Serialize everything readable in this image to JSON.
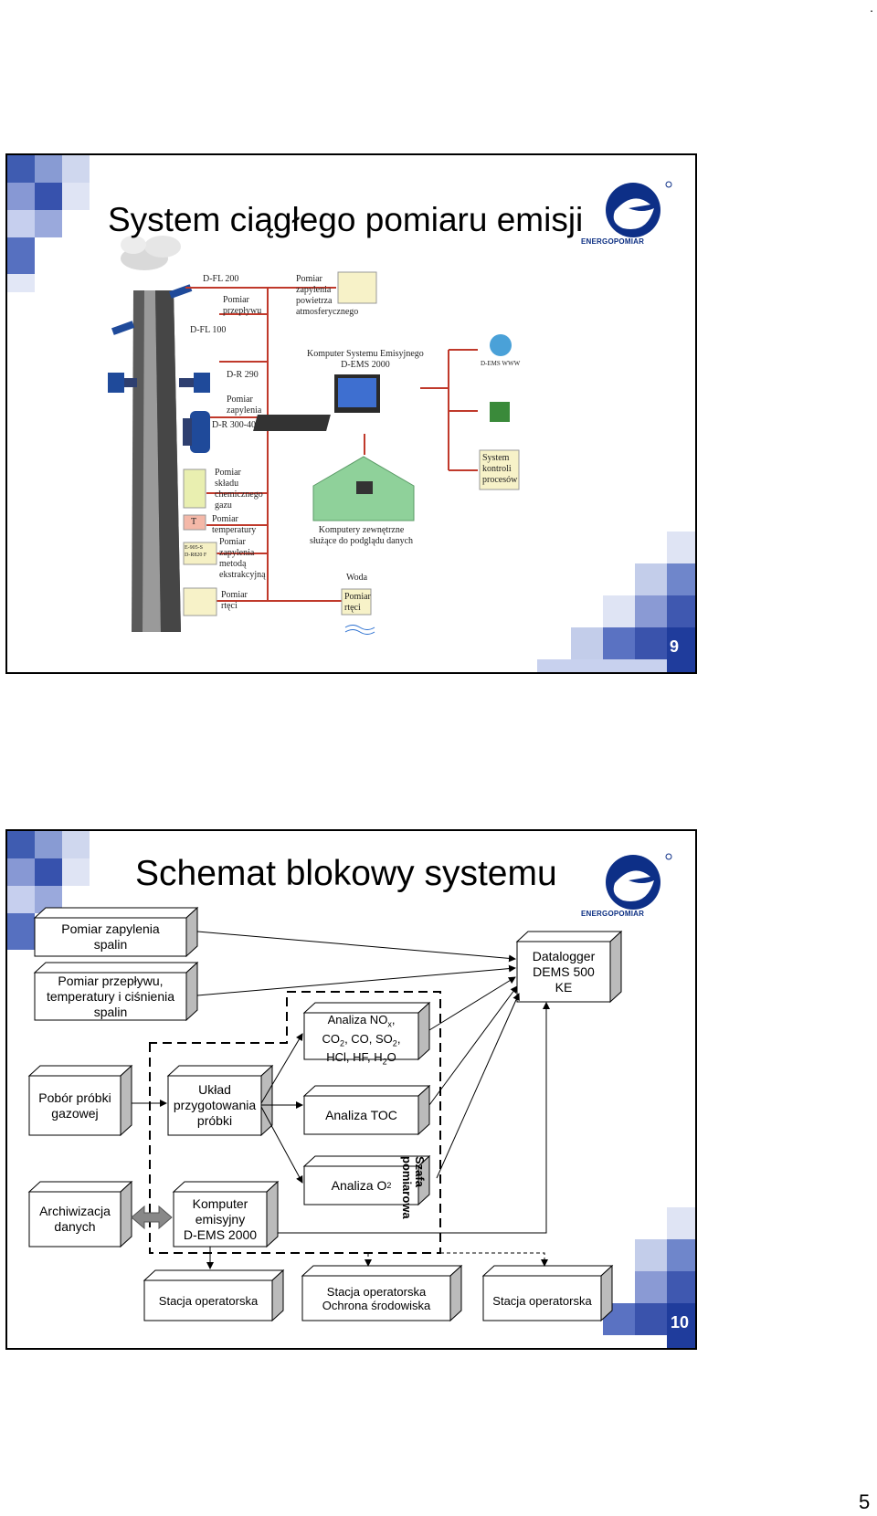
{
  "corner_mark": ".",
  "page_number": "5",
  "slide1": {
    "title": "System ciągłego pomiaru emisji",
    "number": "9",
    "logo_text": "ENERGOPOMIAR",
    "labels": {
      "dfl200": "D-FL 200",
      "flow": "Pomiar\nprzepływu",
      "dfl100": "D-FL 100",
      "dr290": "D-R 290",
      "dust": "Pomiar\nzapylenia",
      "dr300": "D-R 300-40",
      "chem": "Pomiar\nskładu\nchemicznego\ngazu",
      "temp": "Pomiar\ntemperatury",
      "extract": "Pomiar\nzapylenia\nmetodą\nekstrakcyjną",
      "mercury": "Pomiar\nrtęci",
      "atmo": "Pomiar\nzapylenia\npowietrza\natmosferycznego",
      "computer": "Komputer Systemu Emisyjnego\nD-EMS 2000",
      "external": "Komputery zewnętrzne\nsłużące do podglądu danych",
      "www": "D-EMS WWW",
      "process": "System\nkontroli\nprocesów",
      "water": "Woda",
      "water_mercury": "Pomiar\nrtęci",
      "t_box": "T",
      "ext_device": "E-905-S\nD-R820 F"
    }
  },
  "slide2": {
    "title": "Schemat blokowy systemu",
    "number": "10",
    "logo_text": "ENERGOPOMIAR",
    "boxes": {
      "dust": "Pomiar zapylenia\nspalin",
      "flow": "Pomiar przepływu,\ntemperatury i ciśnienia\nspalin",
      "sampling": "Pobór próbki\ngazowej",
      "archive": "Archiwizacja\ndanych",
      "prep": "Układ\nprzygotowania\npróbki",
      "ems": "Komputer\nemisyjny\nD-EMS 2000",
      "nox_line1": "Analiza NO",
      "nox_sub1": "x",
      "nox_line2a": "CO",
      "nox_line2b": ", CO,  SO",
      "nox_line3a": "HCl, HF, H",
      "nox_line3b": "O",
      "sub2": "2",
      "toc": "Analiza TOC",
      "o2": "Analiza O",
      "datalogger": "Datalogger\nDEMS 500\nKE",
      "cabinet": "Szafa\npomiarowa",
      "station1": "Stacja operatorska",
      "station2": "Stacja operatorska\nOchrona środowiska",
      "station3": "Stacja operatorska"
    }
  }
}
